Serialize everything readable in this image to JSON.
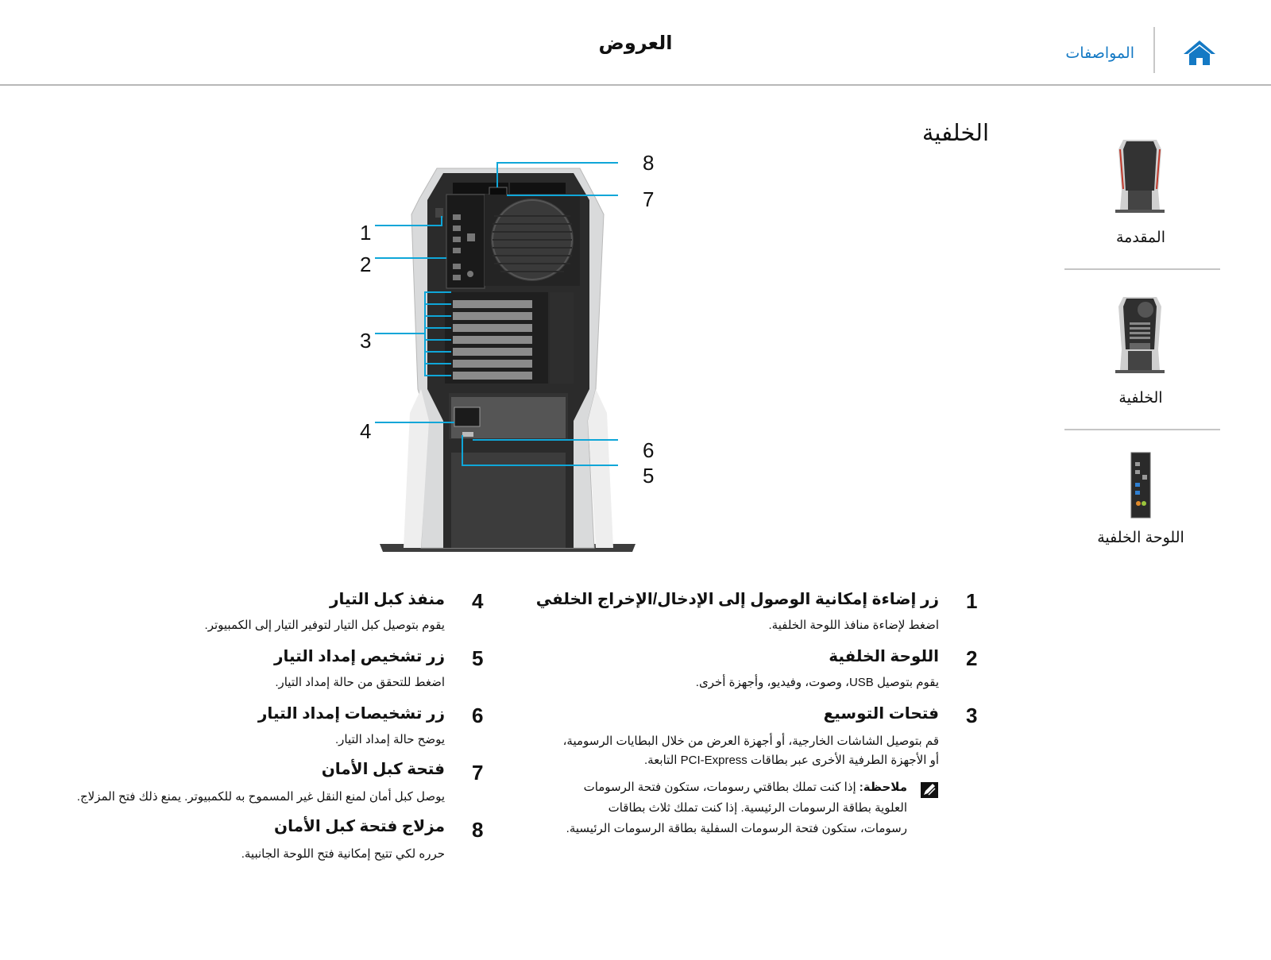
{
  "header": {
    "title": "العروض",
    "specs_link": "المواصفات"
  },
  "section_title": "الخلفية",
  "callouts": [
    "1",
    "2",
    "3",
    "4",
    "5",
    "6",
    "7",
    "8"
  ],
  "nav_thumbs": [
    {
      "label": "المقدمة"
    },
    {
      "label": "الخلفية"
    },
    {
      "label": "اللوحة الخلفية"
    }
  ],
  "items": [
    {
      "num": "1",
      "title": "زر إضاءة إمكانية الوصول إلى الإدخال/الإخراج الخلفي",
      "desc": "اضغط لإضاءة منافذ اللوحة الخلفية."
    },
    {
      "num": "2",
      "title": "اللوحة الخلفية",
      "desc": "يقوم بتوصيل USB، وصوت، وفيديو، وأجهزة أخرى."
    },
    {
      "num": "3",
      "title": "فتحات التوسيع",
      "desc_line1": "قم بتوصيل الشاشات الخارجية، أو أجهزة العرض من خلال البطايات الرسومية،",
      "desc_line2": "أو الأجهزة الطرفية الأخرى عبر بطاقات PCI-Express التابعة."
    },
    {
      "num": "4",
      "title": "منفذ كبل التيار",
      "desc": "يقوم بتوصيل كبل التيار لتوفير التيار إلى الكمبيوتر."
    },
    {
      "num": "5",
      "title": "زر تشخيص إمداد التيار",
      "desc": "اضغط للتحقق من حالة إمداد التيار."
    },
    {
      "num": "6",
      "title": "زر تشخيصات إمداد التيار",
      "desc": "يوضح حالة إمداد التيار."
    },
    {
      "num": "7",
      "title": "فتحة كبل الأمان",
      "desc": "يوصل كبل أمان لمنع النقل غير المسموح به للكمبيوتر. يمنع ذلك فتح المزلاج."
    },
    {
      "num": "8",
      "title": "مزلاج فتحة كبل الأمان",
      "desc": "حرره لكي تتيح إمكانية فتح اللوحة الجانبية."
    }
  ],
  "note": {
    "label": "ملاحظة:",
    "line1": "إذا كنت تملك بطاقتي رسومات، ستكون فتحة الرسومات",
    "line2": "العلوية بطاقة الرسومات الرئيسية. إذا كنت تملك ثلاث بطاقات",
    "line3": "رسومات، ستكون فتحة الرسومات السفلية بطاقة الرسومات الرئيسية."
  },
  "colors": {
    "accent": "#1479c4",
    "callout_line": "#0fa6d8",
    "home_icon": "#1479c4"
  },
  "icons": {
    "home": "home-icon",
    "note": "note-pencil-icon"
  }
}
